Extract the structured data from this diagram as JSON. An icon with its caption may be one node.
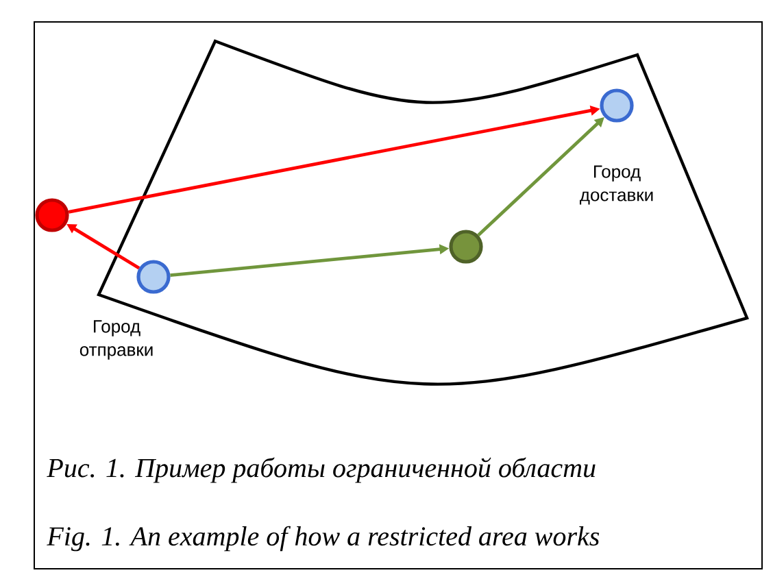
{
  "diagram": {
    "caption": "Рис. 1. Пример работы ограниченной области",
    "nodes": [
      {
        "text": [],
        "shape": "circle"
      },
      {
        "text": [],
        "shape": "circle",
        "beside": [
          "Город отправки"
        ]
      },
      {
        "text": [],
        "shape": "circle"
      },
      {
        "text": [],
        "shape": "circle",
        "beside": [
          "Город доставки"
        ]
      }
    ],
    "edges": [
      {
        "from": 1,
        "to": 0,
        "arrow": "to",
        "color": "#ff0000"
      },
      {
        "from": 0,
        "to": 3,
        "arrow": "to",
        "color": "#ff0000"
      },
      {
        "from": 1,
        "to": 2,
        "arrow": "to",
        "color": "#70963c"
      },
      {
        "from": 2,
        "to": 3,
        "arrow": "to",
        "color": "#70963c"
      }
    ],
    "labels": [
      "Fig. 1. An example of how a restricted area works"
    ]
  }
}
